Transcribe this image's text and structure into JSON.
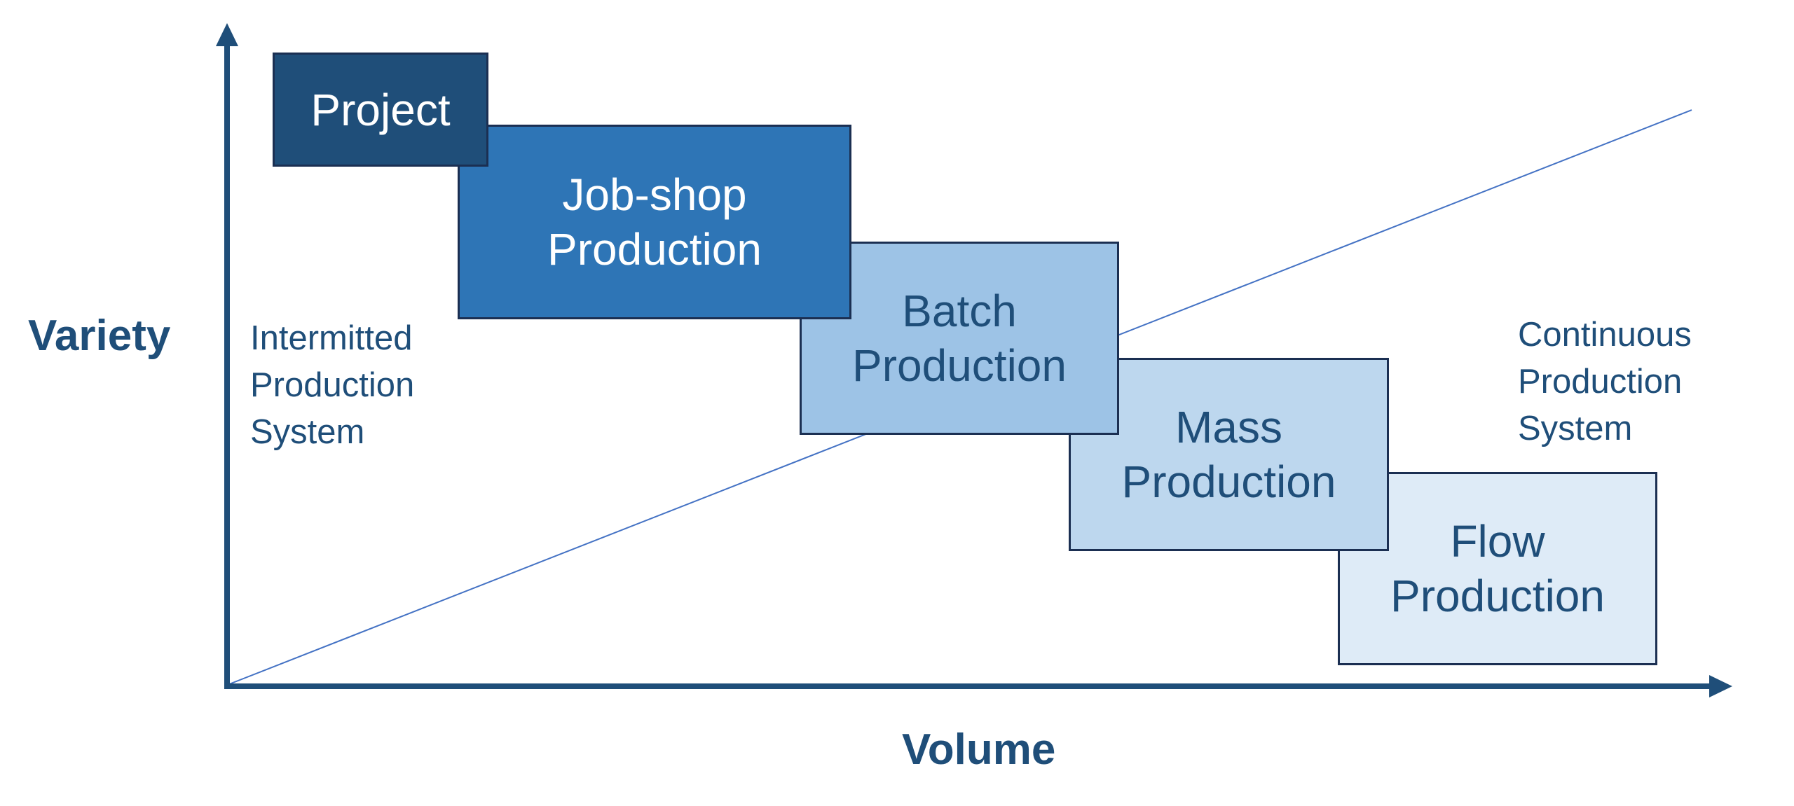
{
  "axes": {
    "y_label": "Variety",
    "x_label": "Volume"
  },
  "boxes": [
    {
      "lines": [
        "Project"
      ],
      "fill": "#1f4e79",
      "text_color": "#ffffff"
    },
    {
      "lines": [
        "Job-shop",
        "Production"
      ],
      "fill": "#2e75b6",
      "text_color": "#ffffff"
    },
    {
      "lines": [
        "Batch",
        "Production"
      ],
      "fill": "#9dc3e6",
      "text_color": "#1f4e79"
    },
    {
      "lines": [
        "Mass",
        "Production"
      ],
      "fill": "#bdd7ee",
      "text_color": "#1f4e79"
    },
    {
      "lines": [
        "Flow",
        "Production"
      ],
      "fill": "#deebf7",
      "text_color": "#1f4e79"
    }
  ],
  "labels": {
    "intermittent": [
      "Intermitted",
      "Production",
      "System"
    ],
    "continuous": [
      "Continuous",
      "Production",
      "System"
    ]
  },
  "colors": {
    "axis": "#1f4e79",
    "diagonal": "#4472c4"
  }
}
